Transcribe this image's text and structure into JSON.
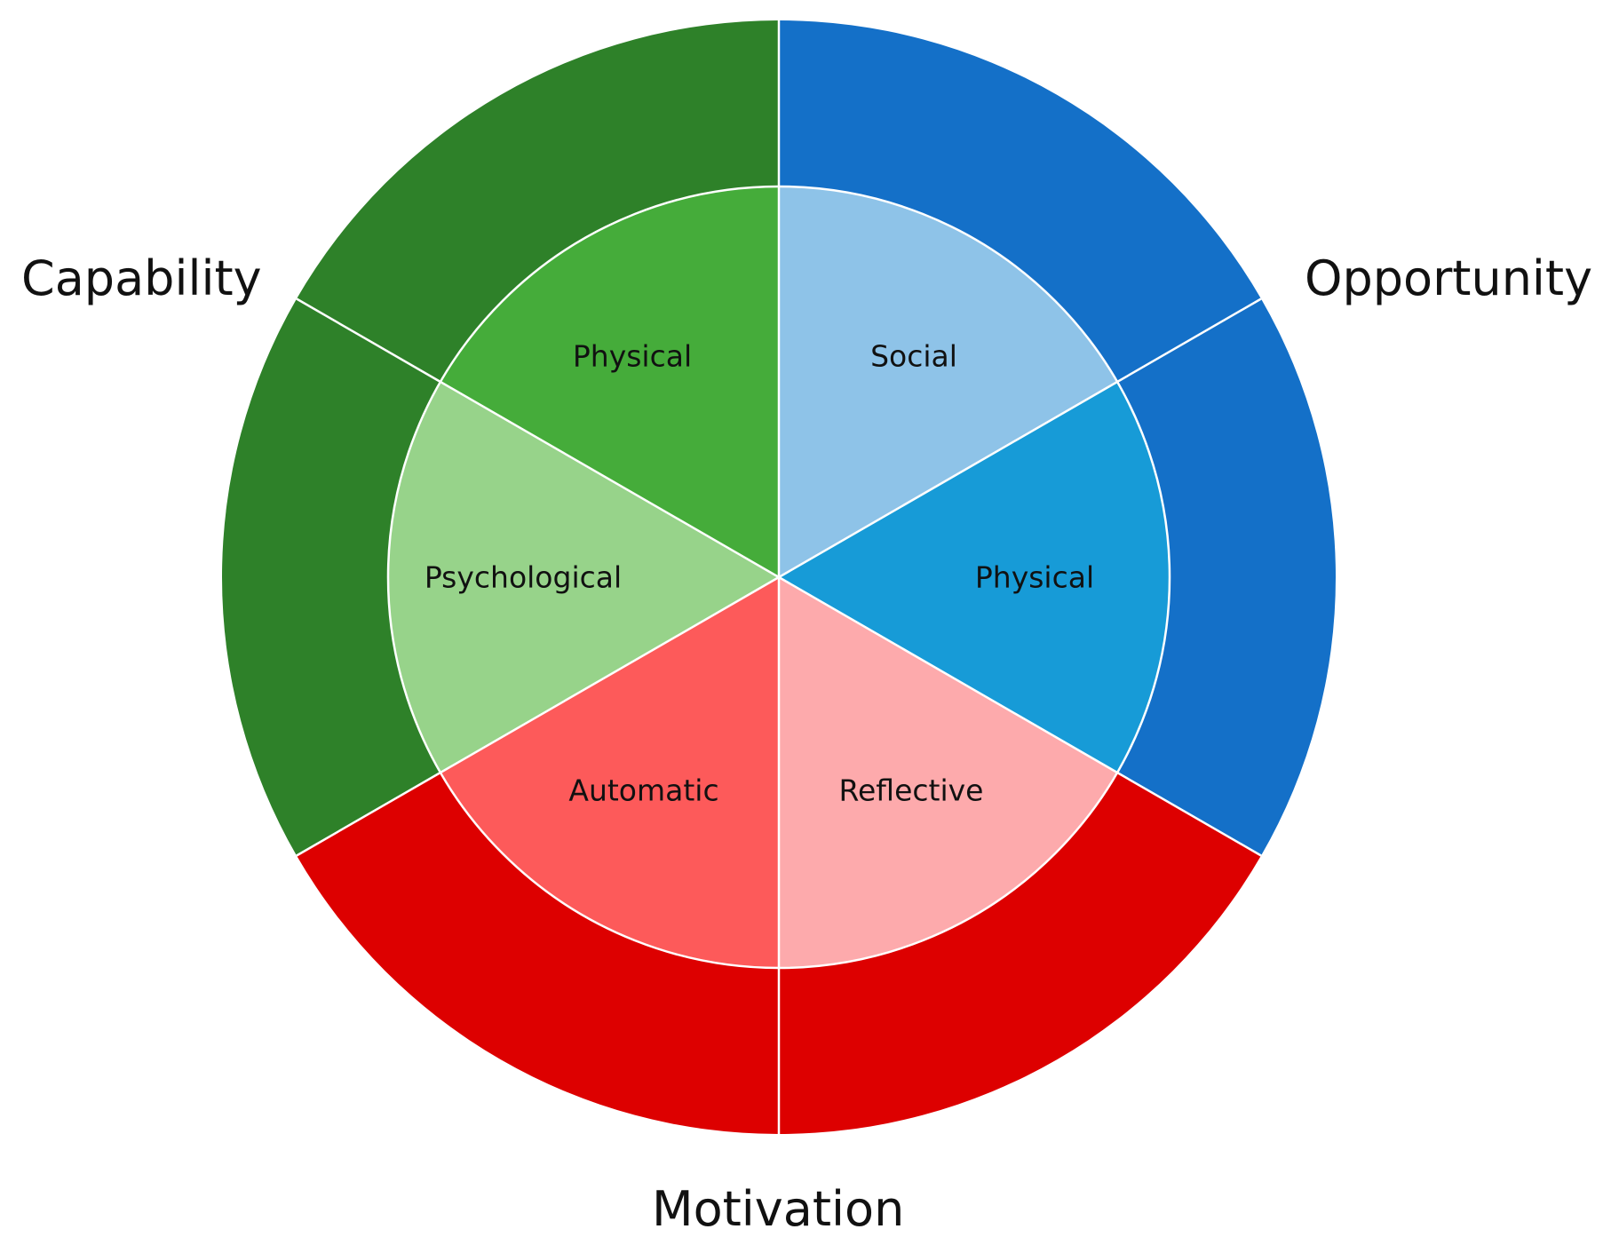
{
  "outer_ring": [
    {
      "id": "capability",
      "label": "Capability",
      "color": "#2e8129"
    },
    {
      "id": "opportunity",
      "label": "Opportunity",
      "color": "#1470c8"
    },
    {
      "id": "motivation",
      "label": "Motivation",
      "color": "#dd0000"
    }
  ],
  "inner_segments": [
    {
      "id": "capability-physical",
      "label": "Physical",
      "color": "#45ac3a"
    },
    {
      "id": "opportunity-social",
      "label": "Social",
      "color": "#8ec3e8"
    },
    {
      "id": "opportunity-physical",
      "label": "Physical",
      "color": "#179bd7"
    },
    {
      "id": "motivation-reflective",
      "label": "Reflective",
      "color": "#fdaaac"
    },
    {
      "id": "motivation-automatic",
      "label": "Automatic",
      "color": "#fd5a5a"
    },
    {
      "id": "capability-psychological",
      "label": "Psychological",
      "color": "#97d38a"
    }
  ],
  "divider_color": "#ffffff"
}
